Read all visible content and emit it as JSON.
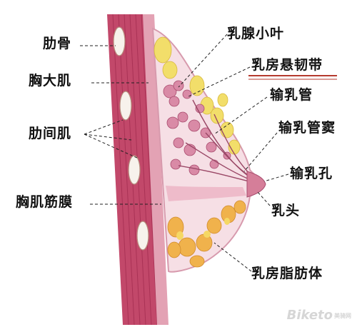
{
  "labels": {
    "rib": "肋骨",
    "pectoralis_major": "胸大肌",
    "intercostal": "肋间肌",
    "pectoral_fascia": "胸肌筋膜",
    "lobule": "乳腺小叶",
    "suspensory_ligament": "乳房悬韧带",
    "lactiferous_duct": "输乳管",
    "lactiferous_sinus": "输乳管窦",
    "duct_opening": "输乳孔",
    "nipple": "乳头",
    "fat": "乳房脂肪体"
  },
  "watermark": {
    "brand": "Biketo",
    "sub": "美骑网"
  },
  "colors": {
    "muscle": "#b8345a",
    "muscle_light": "#e3a2b4",
    "fat_yellow": "#f2de6a",
    "fat_orange": "#e89a3a",
    "gland_pink": "#d98aa6",
    "tissue_bg": "#f6dfe5",
    "underline": "#b53a2e"
  }
}
